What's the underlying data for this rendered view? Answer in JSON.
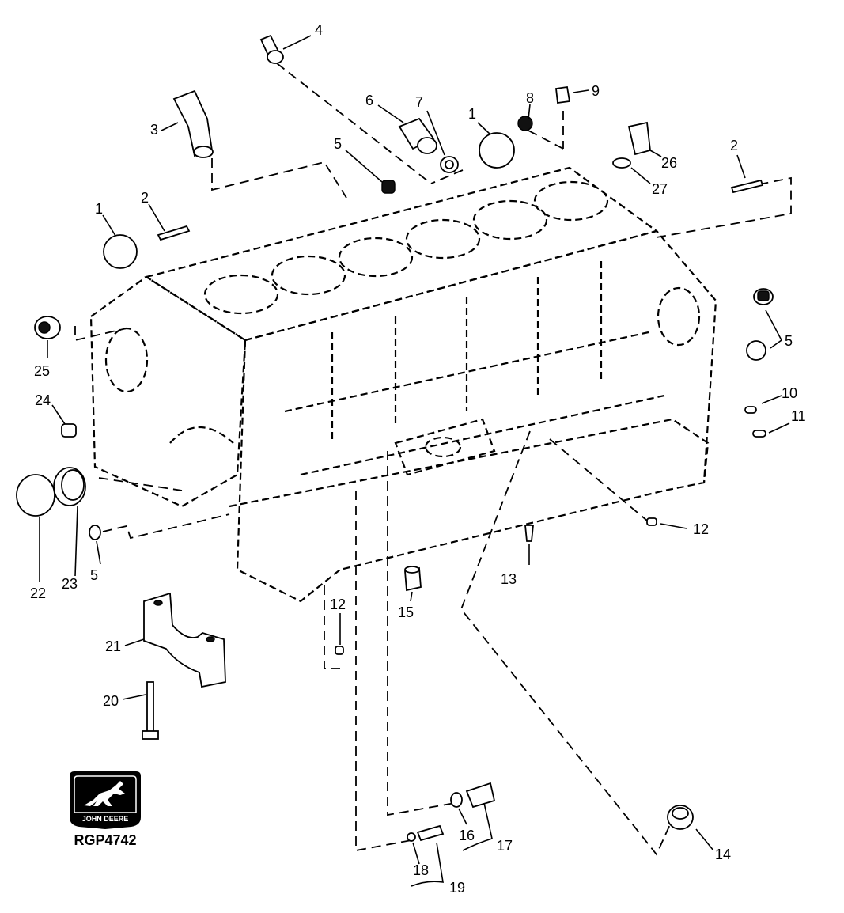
{
  "diagram": {
    "figure_code": "RGP4742",
    "logo_text": "JOHN DEERE",
    "callouts": [
      {
        "id": "c1a",
        "text": "1"
      },
      {
        "id": "c1b",
        "text": "1"
      },
      {
        "id": "c2a",
        "text": "2"
      },
      {
        "id": "c2b",
        "text": "2"
      },
      {
        "id": "c3",
        "text": "3"
      },
      {
        "id": "c4",
        "text": "4"
      },
      {
        "id": "c5a",
        "text": "5"
      },
      {
        "id": "c5b",
        "text": "5"
      },
      {
        "id": "c5c",
        "text": "5"
      },
      {
        "id": "c6",
        "text": "6"
      },
      {
        "id": "c7",
        "text": "7"
      },
      {
        "id": "c8",
        "text": "8"
      },
      {
        "id": "c9",
        "text": "9"
      },
      {
        "id": "c10",
        "text": "10"
      },
      {
        "id": "c11",
        "text": "11"
      },
      {
        "id": "c12a",
        "text": "12"
      },
      {
        "id": "c12b",
        "text": "12"
      },
      {
        "id": "c13",
        "text": "13"
      },
      {
        "id": "c14",
        "text": "14"
      },
      {
        "id": "c15",
        "text": "15"
      },
      {
        "id": "c16",
        "text": "16"
      },
      {
        "id": "c17",
        "text": "17"
      },
      {
        "id": "c18",
        "text": "18"
      },
      {
        "id": "c19",
        "text": "19"
      },
      {
        "id": "c20",
        "text": "20"
      },
      {
        "id": "c21",
        "text": "21"
      },
      {
        "id": "c22",
        "text": "22"
      },
      {
        "id": "c23",
        "text": "23"
      },
      {
        "id": "c24",
        "text": "24"
      },
      {
        "id": "c25",
        "text": "25"
      },
      {
        "id": "c26",
        "text": "26"
      },
      {
        "id": "c27",
        "text": "27"
      }
    ]
  }
}
